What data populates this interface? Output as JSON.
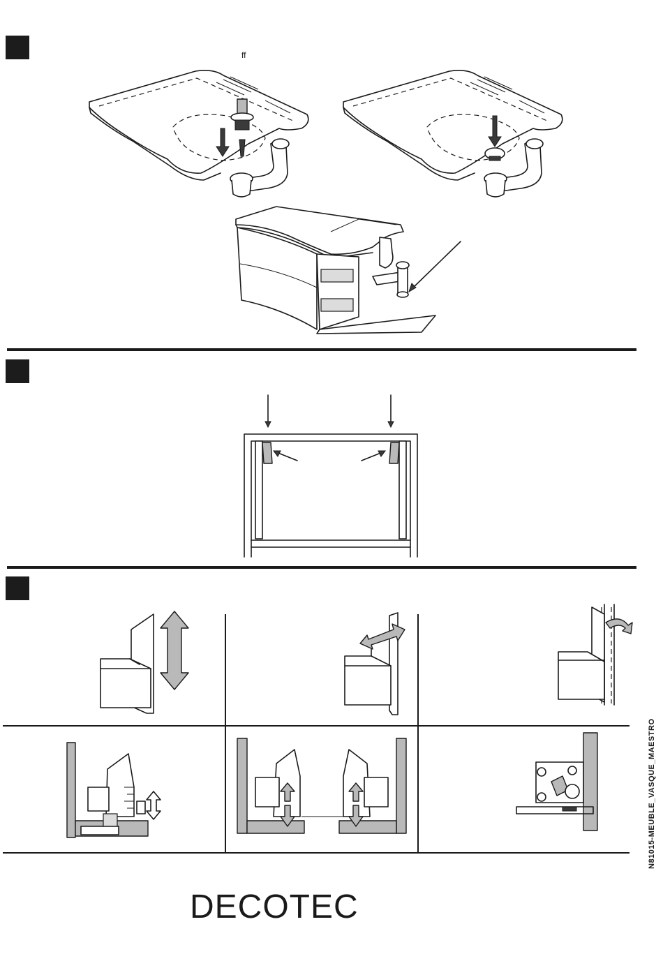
{
  "header": {
    "note": "ff"
  },
  "footer": {
    "doc_ref": "N81015-MEUBLE_VASQUE_MAESTRO",
    "brand": "DECOTEC"
  },
  "illustrations": {
    "step1": [
      "basin-drain-assembly",
      "basin-plug-insert",
      "cabinet-siphon-connection"
    ],
    "step2": [
      "cabinet-front-wall-fixing"
    ],
    "step3": [
      "drawer-height-adjustment",
      "drawer-lateral-adjustment",
      "drawer-tilt-adjustment",
      "slide-height-adjuster",
      "slide-dual-adjusters",
      "slide-lock-clip"
    ]
  }
}
